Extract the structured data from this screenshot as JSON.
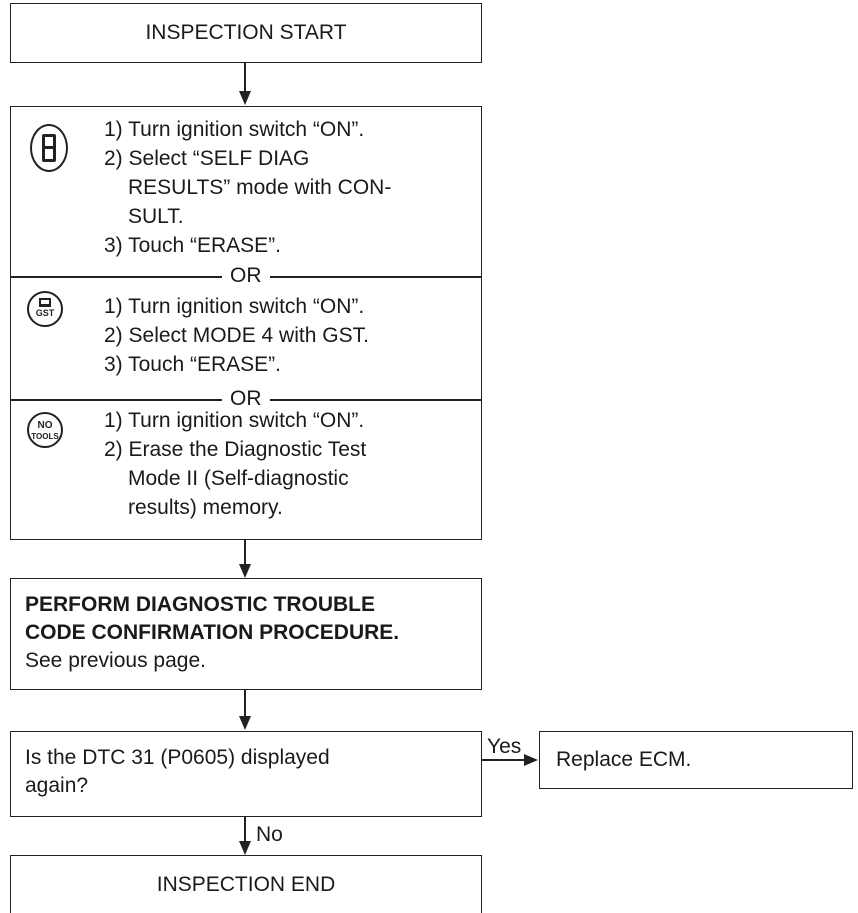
{
  "start": {
    "label": "INSPECTION START"
  },
  "procedures": {
    "consult": {
      "icon": "consult-tool-icon",
      "steps": [
        "1) Turn ignition switch “ON”.",
        "2) Select “SELF DIAG",
        "RESULTS” mode with CON-",
        "SULT.",
        "3) Touch “ERASE”."
      ]
    },
    "or1": "OR",
    "gst": {
      "icon": "gst-tool-icon",
      "icon_text": "GST",
      "steps": [
        "1) Turn ignition switch “ON”.",
        "2) Select MODE 4 with GST.",
        "3) Touch “ERASE”."
      ]
    },
    "or2": "OR",
    "no_tools": {
      "icon": "no-tools-icon",
      "icon_text_line1": "NO",
      "icon_text_line2": "TOOLS",
      "steps": [
        "1) Turn ignition switch “ON”.",
        "2) Erase the Diagnostic Test",
        "Mode II (Self-diagnostic",
        "results) memory."
      ]
    }
  },
  "perform": {
    "line1": "PERFORM DIAGNOSTIC TROUBLE",
    "line2": "CODE CONFIRMATION PROCEDURE.",
    "line3": "See previous page."
  },
  "decision": {
    "line1": "Is the DTC 31 (P0605) displayed",
    "line2": "again?",
    "yes_label": "Yes",
    "no_label": "No"
  },
  "yes_action": {
    "label": "Replace ECM."
  },
  "end": {
    "label": "INSPECTION END"
  }
}
